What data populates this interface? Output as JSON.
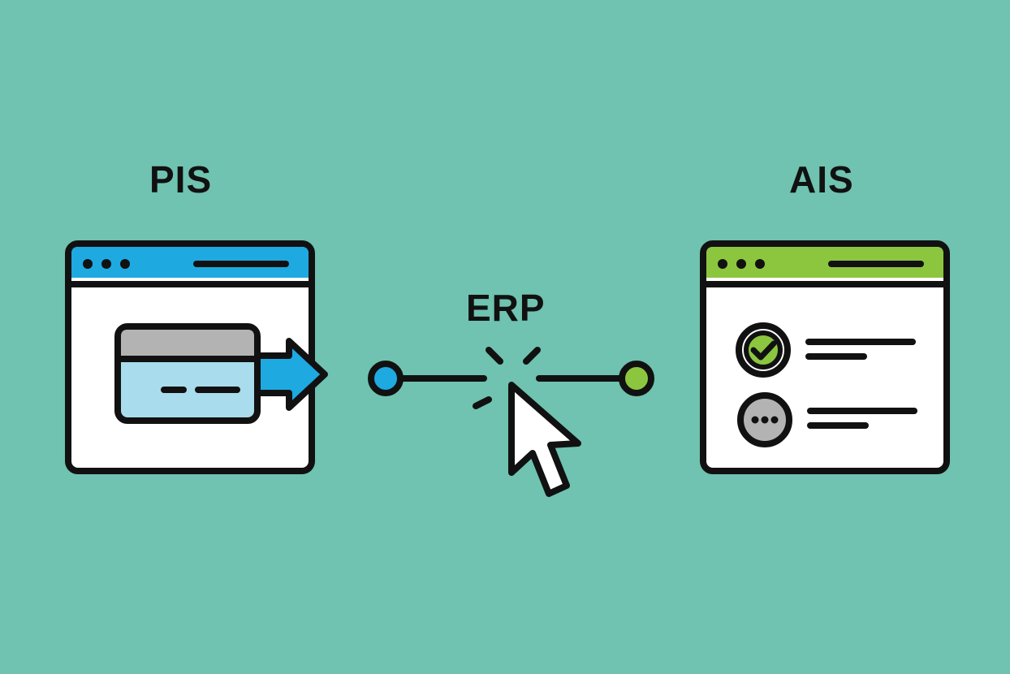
{
  "labels": {
    "pis": "PIS",
    "erp": "ERP",
    "ais": "AIS"
  },
  "colors": {
    "background": "#6fc3b0",
    "outline": "#111111",
    "pis_accent": "#1ea9e1",
    "ais_accent": "#8cc63f",
    "card_top": "#b3b3b3",
    "card_body": "#a9dcec",
    "window_body": "#ffffff",
    "pending_gray": "#b3b3b3"
  },
  "icons": {
    "pis": [
      "browser-window-icon",
      "credit-card-icon",
      "arrow-right-icon"
    ],
    "erp": [
      "connector-line-icon",
      "mouse-cursor-icon",
      "click-burst-icon"
    ],
    "ais": [
      "browser-window-icon",
      "check-circle-icon",
      "pending-dots-icon"
    ]
  }
}
